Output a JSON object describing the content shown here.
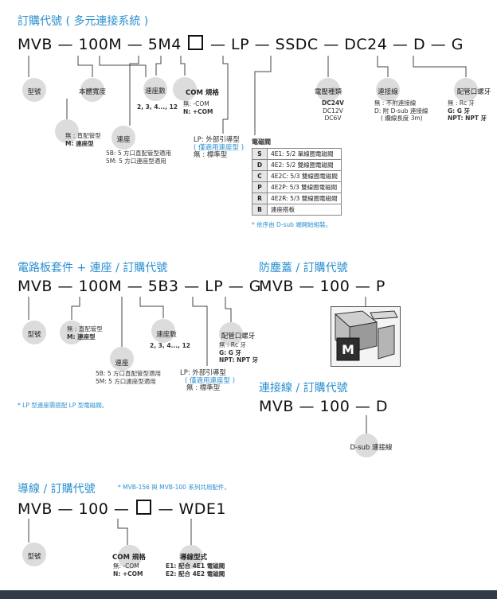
{
  "s1": {
    "title": "訂購代號 ( 多元連接系統 )",
    "code": {
      "a": "MVB",
      "b": "100M",
      "c": "5M4",
      "d": "LP",
      "e": "SSDC",
      "f": "DC24",
      "g": "D",
      "h": "G",
      "dash": "—"
    },
    "model": "型號",
    "body_width": "本體寬度",
    "pipe_none": "無 : 直配管型",
    "pipe_m": "M: 連座型",
    "manifold": "連座",
    "manifold_5b": "5B: 5 方口直配管型適用",
    "manifold_5m": "5M: 5 方口連座型適用",
    "stations": "連座數",
    "stations_values": "2, 3, 4..., 12",
    "com": "COM 規格",
    "com_none": "無: -COM",
    "com_n": "N: +COM",
    "lp": "LP: 外部引導型",
    "lp_note": "( 僅適用連座型 )",
    "lp_none": "無 : 標準型",
    "solenoid_title": "電磁閥",
    "solenoid_rows": [
      {
        "k": "S",
        "v": "4E1: 5/2 單線圈電磁閥"
      },
      {
        "k": "D",
        "v": "4E2: 5/2 雙線圈電磁閥"
      },
      {
        "k": "C",
        "v": "4E2C: 5/3 雙線圈電磁閥"
      },
      {
        "k": "P",
        "v": "4E2P: 5/3 雙線圈電磁閥"
      },
      {
        "k": "R",
        "v": "4E2R: 5/3 雙線圈電磁閥"
      },
      {
        "k": "B",
        "v": "連座搭板"
      }
    ],
    "solenoid_note": "* 依序由 D-sub 端開始組裝。",
    "voltage": "電壓種類",
    "voltage_values": [
      "DC24V",
      "DC12V",
      "DC6V"
    ],
    "cable": "連接線",
    "cable_none": "無 : 不附連接線",
    "cable_d": "D: 附 D-sub 連接線",
    "cable_len": "( 纜線長度 3m)",
    "port": "配管口螺牙",
    "port_none": "無 : Rc 牙",
    "port_g": "G: G 牙",
    "port_npt": "NPT: NPT 牙"
  },
  "s2": {
    "title": "電路板套件 + 連座 / 訂購代號",
    "code": {
      "a": "MVB",
      "b": "100M",
      "c": "5B3",
      "d": "LP",
      "e": "G"
    },
    "model": "型號",
    "pipe_none": "無 : 直配管型",
    "pipe_m": "M: 連座型",
    "stations": "連座數",
    "stations_values": "2, 3, 4..., 12",
    "port": "配管口螺牙",
    "port_none": "無 : Rc 牙",
    "port_g": "G: G 牙",
    "port_npt": "NPT: NPT 牙",
    "manifold": "連座",
    "manifold_5b": "5B: 5 方口直配管型適用",
    "manifold_5m": "5M: 5 方口連座型適用",
    "lp": "LP: 外部引導型",
    "lp_note": "( 僅適用連座型 )",
    "lp_none": "無 : 標準型",
    "note": "* LP 型連座需搭配 LP 型電磁閥。"
  },
  "s3": {
    "title": "防塵蓋 / 訂購代號",
    "code": {
      "a": "MVB",
      "b": "100",
      "c": "P"
    }
  },
  "s4": {
    "title": "連接線 / 訂購代號",
    "code": {
      "a": "MVB",
      "b": "100",
      "c": "D"
    },
    "dsub": "D-sub 連接線"
  },
  "s5": {
    "title": "導線 / 訂購代號",
    "note": "* MVB-156 與 MVB-100 系列共用配件。",
    "code": {
      "a": "MVB",
      "b": "100",
      "c": "WDE1"
    },
    "model": "型號",
    "com": "COM 規格",
    "com_none": "無: -COM",
    "com_n": "N: +COM",
    "wire": "導線型式",
    "wire_e1": "E1: 配合 4E1 電磁閥",
    "wire_e2": "E2: 配合 4E2 電磁閥"
  },
  "colors": {
    "accent": "#2a8fcf",
    "bubble": "#dcdcdc",
    "footer": "#2f3b48"
  }
}
